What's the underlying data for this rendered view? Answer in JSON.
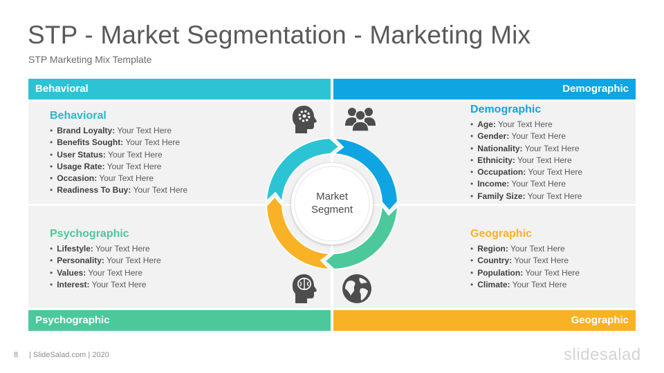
{
  "slide": {
    "title": "STP - Market Segmentation - Marketing Mix",
    "subtitle": "STP Marketing Mix Template",
    "page_number": "8",
    "footer": "| SlideSalad.com | 2020",
    "brand": "slidesalad"
  },
  "bars": {
    "behavioral": "Behavioral",
    "demographic": "Demographic",
    "psychographic": "Psychographic",
    "geographic": "Geographic"
  },
  "center": {
    "line1": "Market",
    "line2": "Segment"
  },
  "colors": {
    "behavioral": "#2cc4d4",
    "demographic": "#0fa5e3",
    "psychographic": "#4cc89a",
    "geographic": "#f9b225"
  },
  "behavioral": {
    "heading": "Behavioral",
    "items": [
      {
        "label": "Brand Loyalty:",
        "value": " Your Text Here"
      },
      {
        "label": "Benefits Sought:",
        "value": " Your Text Here"
      },
      {
        "label": "User Status:",
        "value": " Your Text Here"
      },
      {
        "label": "Usage Rate:",
        "value": " Your Text Here"
      },
      {
        "label": "Occasion:",
        "value": " Your Text Here"
      },
      {
        "label": "Readiness To Buy:",
        "value": " Your Text Here"
      }
    ]
  },
  "demographic": {
    "heading": "Demographic",
    "items": [
      {
        "label": "Age:",
        "value": " Your Text Here"
      },
      {
        "label": "Gender:",
        "value": " Your Text Here"
      },
      {
        "label": "Nationality:",
        "value": " Your Text Here"
      },
      {
        "label": "Ethnicity:",
        "value": " Your Text Here"
      },
      {
        "label": "Occupation:",
        "value": " Your Text Here"
      },
      {
        "label": "Income:",
        "value": " Your Text Here"
      },
      {
        "label": "Family Size:",
        "value": " Your Text Here"
      }
    ]
  },
  "psychographic": {
    "heading": "Psychographic",
    "items": [
      {
        "label": "Lifestyle:",
        "value": " Your Text Here"
      },
      {
        "label": "Personality:",
        "value": " Your Text Here"
      },
      {
        "label": "Values:",
        "value": " Your Text Here"
      },
      {
        "label": "Interest:",
        "value": " Your Text Here"
      }
    ]
  },
  "geographic": {
    "heading": "Geographic",
    "items": [
      {
        "label": "Region:",
        "value": " Your Text Here"
      },
      {
        "label": "Country:",
        "value": " Your Text Here"
      },
      {
        "label": "Population:",
        "value": " Your Text Here"
      },
      {
        "label": "Climate:",
        "value": " Your Text Here"
      }
    ]
  },
  "icons": {
    "behavioral": "head-gear-icon",
    "demographic": "group-people-icon",
    "psychographic": "head-brain-icon",
    "geographic": "globe-icon"
  }
}
